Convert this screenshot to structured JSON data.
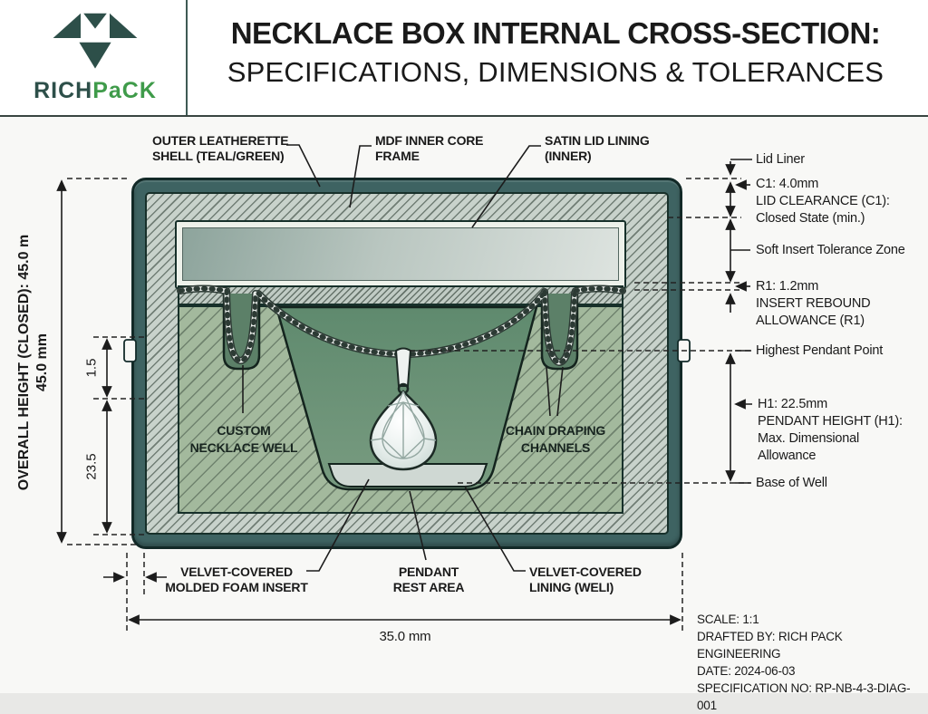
{
  "header": {
    "brand_primary": "RICH",
    "brand_secondary": "PaCK",
    "title_line1": "NECKLACE BOX INTERNAL CROSS-SECTION:",
    "title_line2": "SPECIFICATIONS, DIMENSIONS & TOLERANCES"
  },
  "callouts": {
    "top": {
      "outer_shell": {
        "line1": "OUTER LEATHERETTE",
        "line2": "SHELL (TEAL/GREEN)"
      },
      "mdf_core": {
        "line1": "MDF INNER CORE",
        "line2": "FRAME"
      },
      "satin_lining": {
        "line1": "SATIN LID LINING",
        "line2": "(INNER)"
      }
    },
    "right": {
      "lid_liner": "Lid Liner",
      "c1_value": "C1: 4.0mm",
      "c1_line2": "LID CLEARANCE (C1):",
      "c1_line3": "Closed State (min.)",
      "tolerance_zone": "Soft Insert Tolerance Zone",
      "r1_value": "R1: 1.2mm",
      "r1_line2": "INSERT REBOUND",
      "r1_line3": "ALLOWANCE (R1)",
      "highest_pendant": "Highest Pendant Point",
      "h1_value": "H1: 22.5mm",
      "h1_line2": "PENDANT HEIGHT (H1):",
      "h1_line3": "Max. Dimensional",
      "h1_line4": "Allowance",
      "base_of_well": "Base of Well"
    },
    "left": {
      "overall_height_line1": "OVERALL HEIGHT (CLOSED): 45.0 m",
      "overall_height_line2": "45.0 mm",
      "dim_upper": "1.5",
      "dim_lower": "23.5"
    },
    "inner": {
      "necklace_well": {
        "line1": "CUSTOM",
        "line2": "NECKLACE WELL"
      },
      "chain_channels": {
        "line1": "CHAIN DRAPING",
        "line2": "CHANNELS"
      }
    },
    "bottom": {
      "foam_insert": {
        "line1": "VELVET-COVERED",
        "line2": "MOLDED FOAM INSERT"
      },
      "pendant_rest": {
        "line1": "PENDANT",
        "line2": "REST AREA"
      },
      "well_lining": {
        "line1": "VELVET-COVERED",
        "line2": "LINING (WELI)"
      },
      "width_dim": "35.0 mm"
    }
  },
  "title_block": {
    "scale": "SCALE: 1:1",
    "drafted_by": "DRAFTED BY: RICH PACK ENGINEERING",
    "date": "DATE: 2024-06-03",
    "spec_no": "SPECIFICATION NO: RP-NB-4-3-DIAG-001"
  },
  "colors": {
    "shell_teal": "#3e6362",
    "brand_teal": "#2d4f49",
    "brand_green": "#3f9b4a",
    "foam_green": "#a3b99d",
    "well_green": "#6f9478",
    "satin_silver": "#dde3df",
    "outline_dark": "#17302a"
  }
}
